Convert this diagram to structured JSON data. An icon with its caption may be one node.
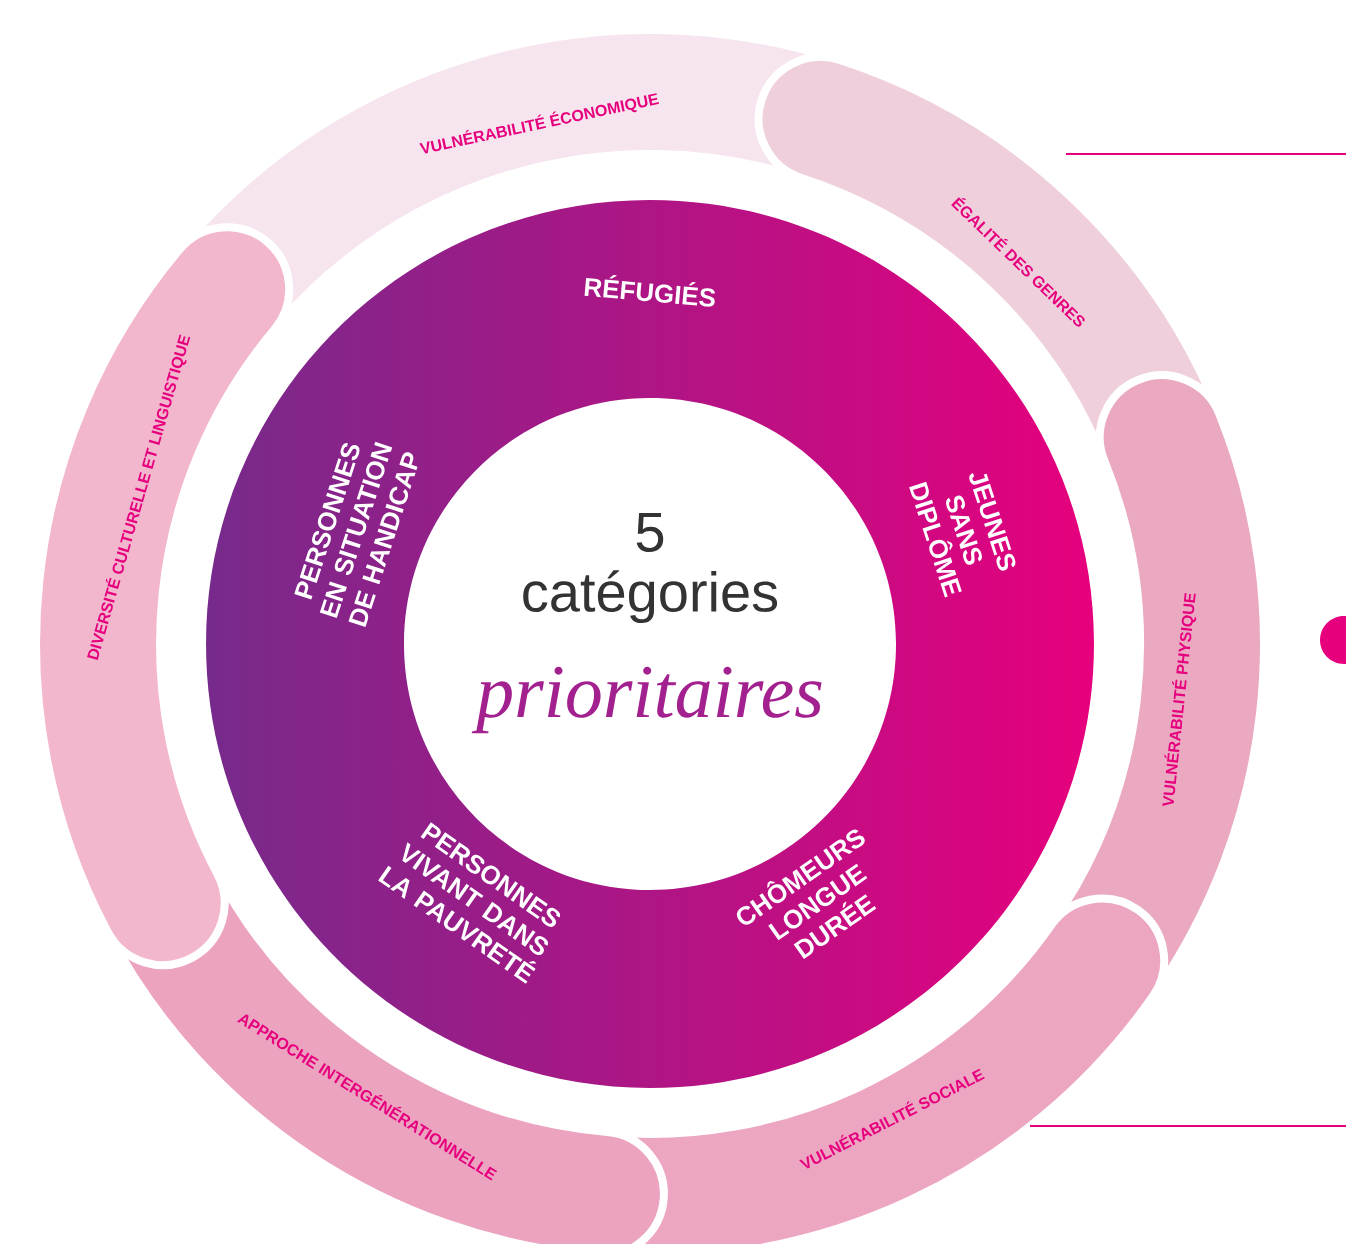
{
  "diagram": {
    "nodes": [
      {
        "text": [
          "5 catégories",
          "prioritaires"
        ]
      },
      {
        "text": [
          "RÉFUGIÉS",
          "PERSONNES EN SITUATION DE HANDICAP",
          "JEUNES SANS DIPLÔME",
          "CHÔMEURS LONGUE DURÉE",
          "PERSONNES VIVANT DANS LA PAUVRETÉ"
        ]
      },
      {
        "text": [
          "VULNÉRABILITÉ ÉCONOMIQUE"
        ]
      },
      {
        "text": [
          "ÉGALITÉ DES GENRES"
        ]
      },
      {
        "text": [
          "VULNÉRABILITÉ PHYSIQUE"
        ]
      },
      {
        "text": [
          "VULNÉRABILITÉ  SOCIALE"
        ]
      },
      {
        "text": [
          "APPROCHE INTERGÉNÉRATIONNELLE"
        ]
      },
      {
        "text": [
          "DIVERSITÉ CULTURELLE ET LINGUISTIQUE"
        ]
      }
    ]
  }
}
